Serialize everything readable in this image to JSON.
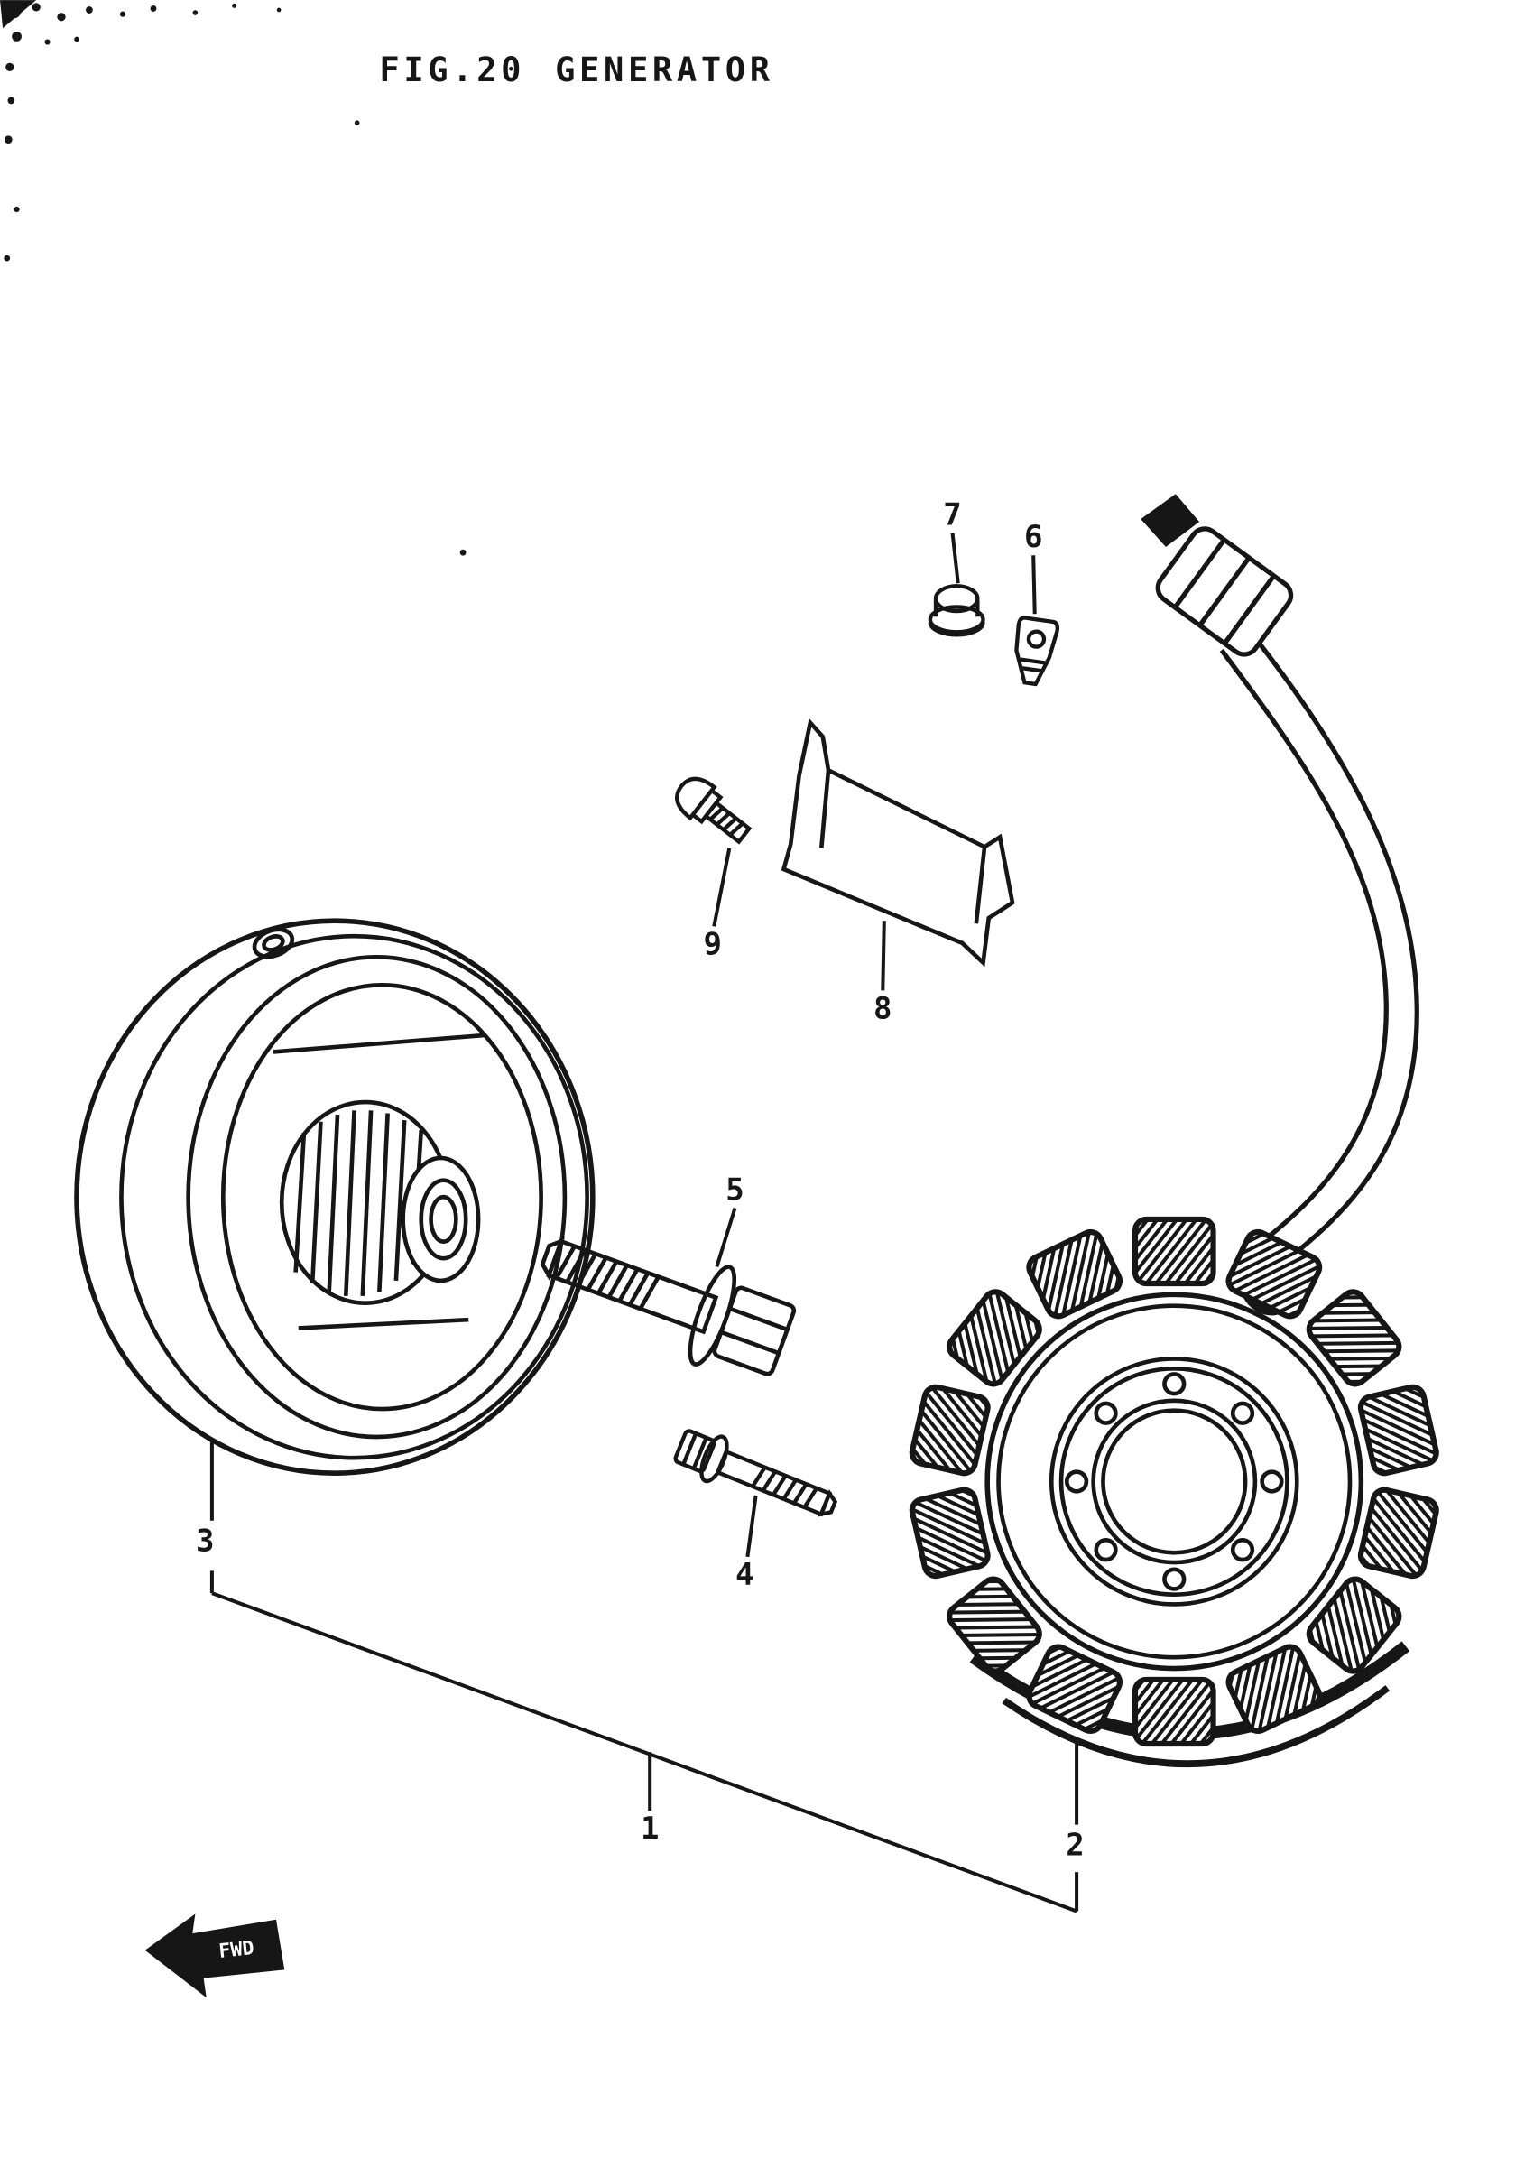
{
  "page": {
    "paper_color": "#ffffff",
    "ink_color": "#161616"
  },
  "figure": {
    "label": "FIG.20",
    "title": "GENERATOR"
  },
  "callouts": {
    "c1": "1",
    "c2": "2",
    "c3": "3",
    "c4": "4",
    "c5": "5",
    "c6": "6",
    "c7": "7",
    "c8": "8",
    "c9": "9"
  },
  "direction_marker": {
    "label": "FWD"
  }
}
